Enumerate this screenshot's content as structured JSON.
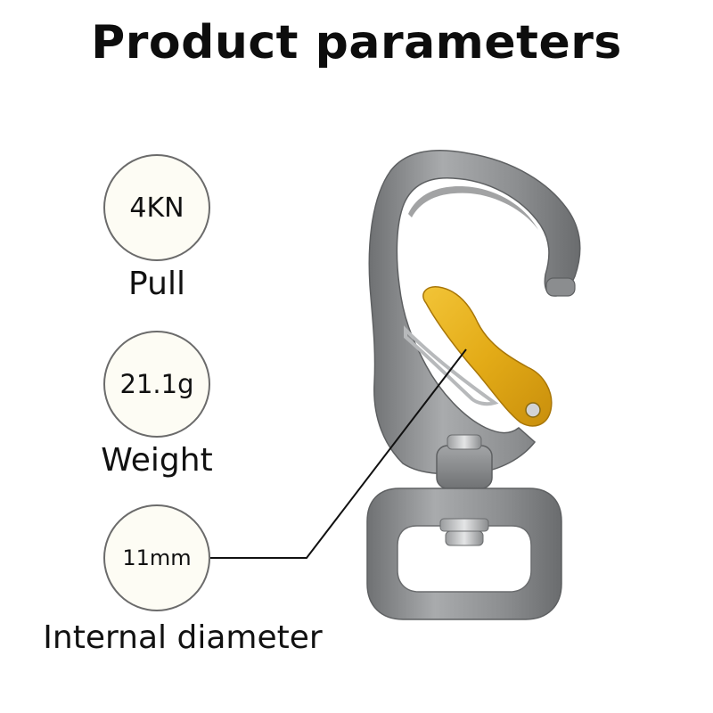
{
  "title": "Product parameters",
  "params": [
    {
      "value": "4KN",
      "label": "Pull"
    },
    {
      "value": "21.1g",
      "label": "Weight"
    },
    {
      "value": "11mm",
      "label": "Internal diameter"
    }
  ],
  "colors": {
    "body_metal": "#8e9092",
    "gate": "#e8b21c",
    "circle_fill": "#fdfcf4"
  }
}
